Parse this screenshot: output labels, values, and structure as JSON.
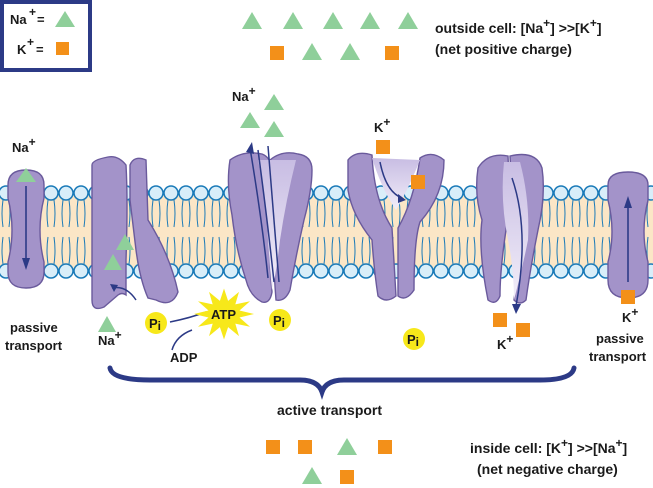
{
  "legend": {
    "na_label": "Na",
    "k_label": "K",
    "plus": "+",
    "equals": "="
  },
  "outside": {
    "line1": "outside cell: [Na",
    "line1_mid": "] >>[K",
    "line1_end": "]",
    "line2": "(net positive charge)"
  },
  "inside": {
    "line1": "inside cell: [K",
    "line1_mid": "] >>[Na",
    "line1_end": "]",
    "line2": "(net negative charge)"
  },
  "labels": {
    "na": "Na",
    "k": "K",
    "plus": "+",
    "atp": "ATP",
    "adp": "ADP",
    "pi": "P",
    "pi_sub": "i",
    "passive_1": "passive",
    "passive_2": "transport",
    "active": "active transport"
  },
  "colors": {
    "sodium": "#8fcf9a",
    "potassium": "#f39019",
    "protein": "#a393c9",
    "protein_stroke": "#6a5a9c",
    "lipid_head": "#d9eef9",
    "lipid_stroke": "#1a7ab8",
    "membrane_core": "#fbe6c6",
    "phosphate": "#f7e81a",
    "atp_burst": "#f7e81a",
    "dark_blue": "#2c3a86"
  }
}
